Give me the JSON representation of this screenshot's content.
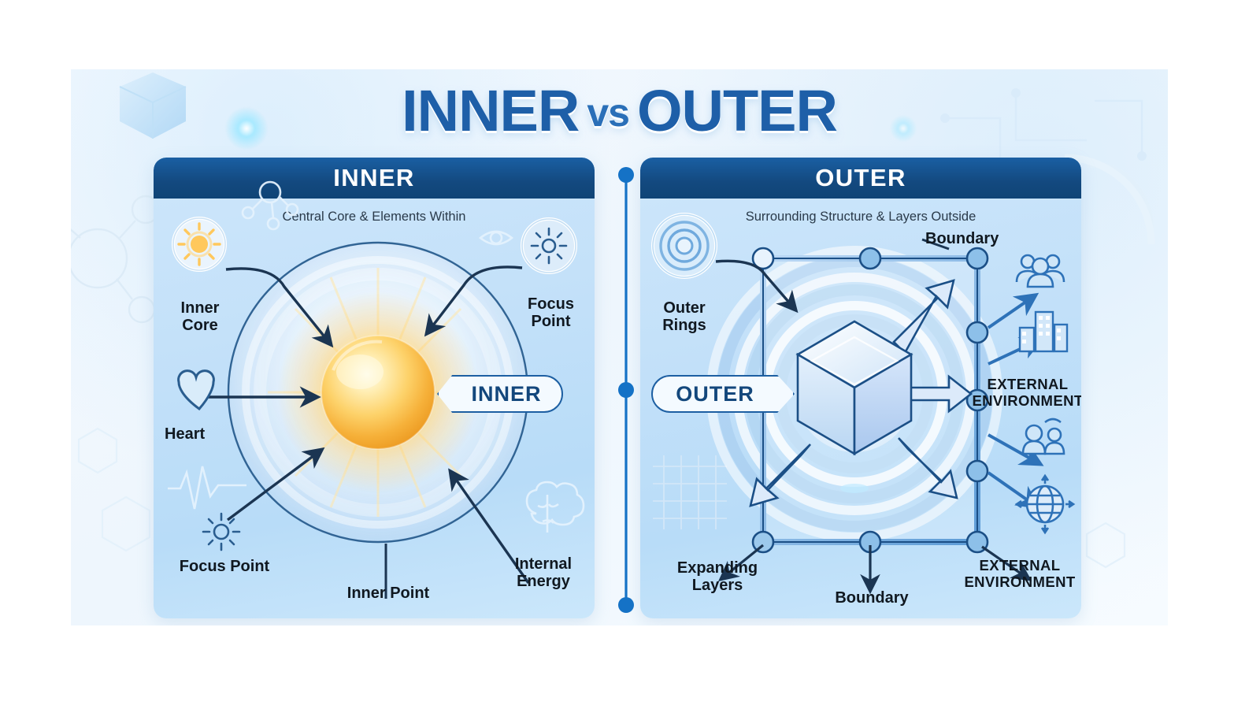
{
  "header": {
    "title_part1": "INNER",
    "title_vs": "vs",
    "title_part2": "OUTER"
  },
  "panels": [
    {
      "id": "inner",
      "heading": "INNER",
      "subtitle": "Central Core & Elements Within",
      "badge": "INNER",
      "badge_direction": "left",
      "center_visual": "glowing-core-orb",
      "labels": [
        {
          "name": "inner-core",
          "text": "Inner\nCore",
          "icon": "sun-icon"
        },
        {
          "name": "heart",
          "text": "Heart",
          "icon": "heart-icon"
        },
        {
          "name": "focus-point-lower",
          "text": "Focus Point",
          "icon": "sparkle-sun-icon"
        },
        {
          "name": "inner-point",
          "text": "Inner Point",
          "icon": ""
        },
        {
          "name": "focus-point-upper",
          "text": "Focus\nPoint",
          "icon": "sparkle-sun-icon"
        },
        {
          "name": "internal-energy",
          "text": "Internal\nEnergy",
          "icon": "brain-icon"
        }
      ]
    },
    {
      "id": "outer",
      "heading": "OUTER",
      "subtitle": "Surrounding Structure & Layers Outside",
      "badge": "OUTER",
      "badge_direction": "right",
      "center_visual": "isometric-cube-with-rings",
      "labels": [
        {
          "name": "outer-rings",
          "text": "Outer\nRings",
          "icon": "concentric-rings-icon"
        },
        {
          "name": "boundary-top",
          "text": "Boundary",
          "icon": ""
        },
        {
          "name": "external-environment-top",
          "text": "EXTERNAL\nENVIRONMENT",
          "icon": "people-icon"
        },
        {
          "name": "external-environment-bottom",
          "text": "EXTERNAL\nENVIRONMENT",
          "icon": "globe-icon"
        },
        {
          "name": "expanding-layers",
          "text": "Expanding\nLayers",
          "icon": ""
        },
        {
          "name": "boundary-bottom",
          "text": "Boundary",
          "icon": ""
        }
      ]
    }
  ],
  "colors": {
    "title_blue": "#1e5fa8",
    "header_blue": "#13497f",
    "panel_bg": "#c2e0f9",
    "label_text": "#101820",
    "badge_border": "#1d5fa2",
    "core_orange": "#f5a623",
    "divider_blue": "#1572c6",
    "arrow_navy": "#1b3552"
  }
}
